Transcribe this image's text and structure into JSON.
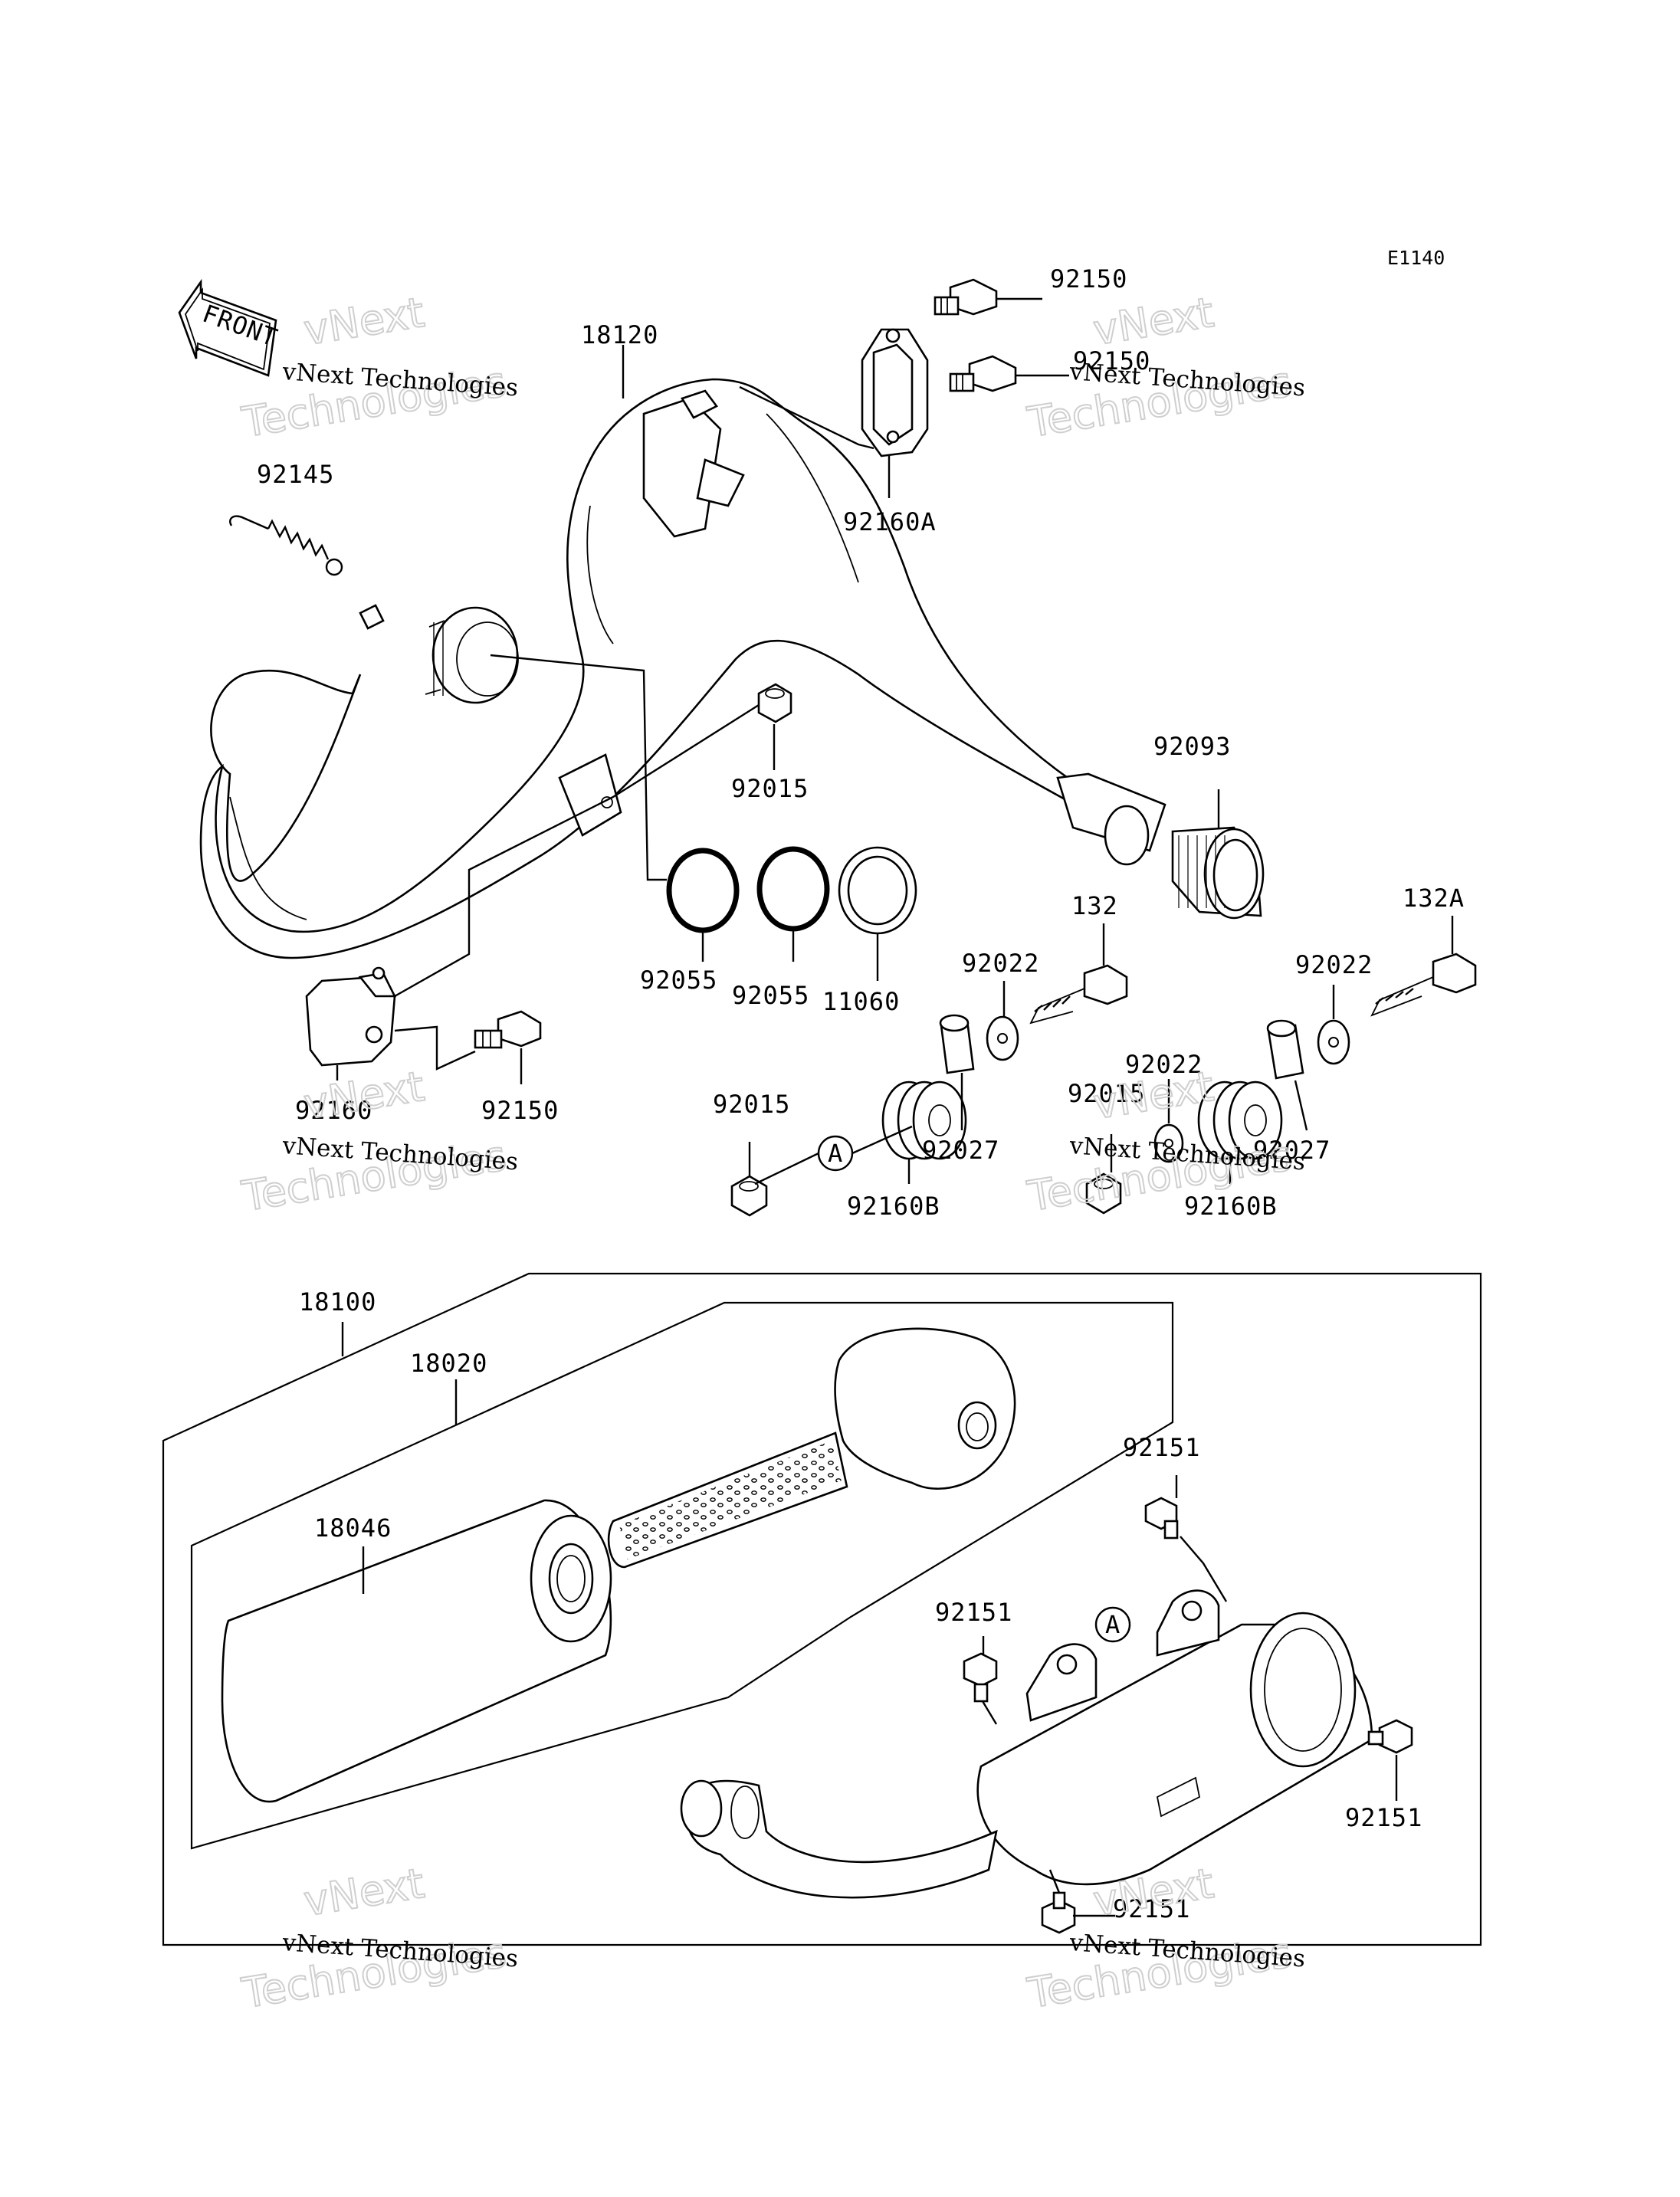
{
  "diagram_code": "E1140",
  "front_label": "FRONT",
  "callout_a": "A",
  "watermark": {
    "company": "vNext Technologies",
    "line1": "vNext",
    "line2": "Technologies"
  },
  "parts": [
    {
      "id": "p18120",
      "number": "18120"
    },
    {
      "id": "p92145",
      "number": "92145"
    },
    {
      "id": "p92150_top",
      "number": "92150"
    },
    {
      "id": "p92150_mid",
      "number": "92150"
    },
    {
      "id": "p92160a",
      "number": "92160A"
    },
    {
      "id": "p92015_a",
      "number": "92015"
    },
    {
      "id": "p92093",
      "number": "92093"
    },
    {
      "id": "p92055_a",
      "number": "92055"
    },
    {
      "id": "p92055_b",
      "number": "92055"
    },
    {
      "id": "p11060",
      "number": "11060"
    },
    {
      "id": "p132",
      "number": "132"
    },
    {
      "id": "p132a",
      "number": "132A"
    },
    {
      "id": "p92022_a",
      "number": "92022"
    },
    {
      "id": "p92022_b",
      "number": "92022"
    },
    {
      "id": "p92022_c",
      "number": "92022"
    },
    {
      "id": "p92160",
      "number": "92160"
    },
    {
      "id": "p92150_bot",
      "number": "92150"
    },
    {
      "id": "p92015_b",
      "number": "92015"
    },
    {
      "id": "p92015_c",
      "number": "92015"
    },
    {
      "id": "p92027_a",
      "number": "92027"
    },
    {
      "id": "p92027_b",
      "number": "92027"
    },
    {
      "id": "p92160b_a",
      "number": "92160B"
    },
    {
      "id": "p92160b_b",
      "number": "92160B"
    },
    {
      "id": "p18100",
      "number": "18100"
    },
    {
      "id": "p18020",
      "number": "18020"
    },
    {
      "id": "p18046",
      "number": "18046"
    },
    {
      "id": "p92151_a",
      "number": "92151"
    },
    {
      "id": "p92151_b",
      "number": "92151"
    },
    {
      "id": "p92151_c",
      "number": "92151"
    },
    {
      "id": "p92151_d",
      "number": "92151"
    }
  ]
}
